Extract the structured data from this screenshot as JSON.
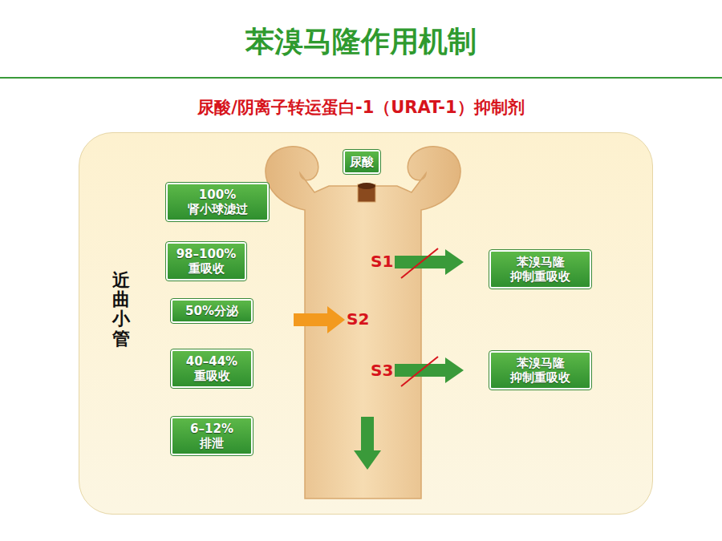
{
  "diagram": {
    "title": "苯溴马隆作用机制",
    "caption": "尿酸/阴离子转运蛋白-1（URAT-1）抑制剂",
    "nodes": [
      {
        "text": [
          "近曲小管"
        ]
      },
      {
        "text": [
          "尿酸"
        ],
        "in": 0
      },
      {
        "text": [
          "100% 肾小球滤过"
        ],
        "in": 0
      },
      {
        "text": [
          "98–100% 重吸收"
        ],
        "in": 0
      },
      {
        "text": [
          "50%分泌"
        ],
        "in": 0
      },
      {
        "text": [
          "40–44% 重吸收"
        ],
        "in": 0
      },
      {
        "text": [
          "6–12% 排泄"
        ],
        "in": 0
      },
      {
        "text": [
          "苯溴马隆 抑制重吸收"
        ],
        "in": 0
      },
      {
        "text": [
          "苯溴马隆 抑制重吸收"
        ],
        "in": 0
      }
    ],
    "labels": [
      "S1",
      "S2",
      "S3"
    ]
  }
}
